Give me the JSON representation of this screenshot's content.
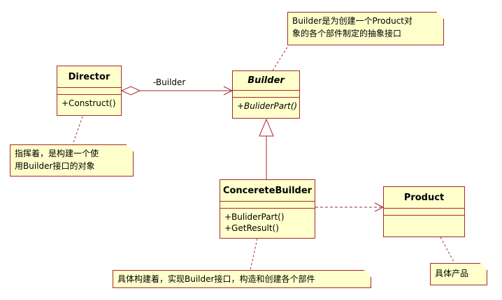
{
  "classes": {
    "director": {
      "name": "Director",
      "operations": [
        "+Construct()"
      ]
    },
    "builder": {
      "name": "Builder",
      "operations": [
        "+BuliderPart()"
      ]
    },
    "concrete_builder": {
      "name": "ConcereteBuilder",
      "operations": [
        "+BuliderPart()",
        "+GetResult()"
      ]
    },
    "product": {
      "name": "Product",
      "operations": []
    }
  },
  "association_label": "-Builder",
  "notes": {
    "builder_note": [
      "Builder是为创建一个Product对",
      "象的各个部件制定的抽象接口"
    ],
    "director_note": [
      "指挥着，是构建一个使",
      "用Builder接口的对象"
    ],
    "concrete_note": [
      "具体构建着，实现Builder接口，构造和创建各个部件"
    ],
    "product_note": [
      "具体产品"
    ]
  },
  "colors": {
    "box_fill": "#ffffcc",
    "border": "#a52a2a",
    "line": "#a52a2a"
  }
}
